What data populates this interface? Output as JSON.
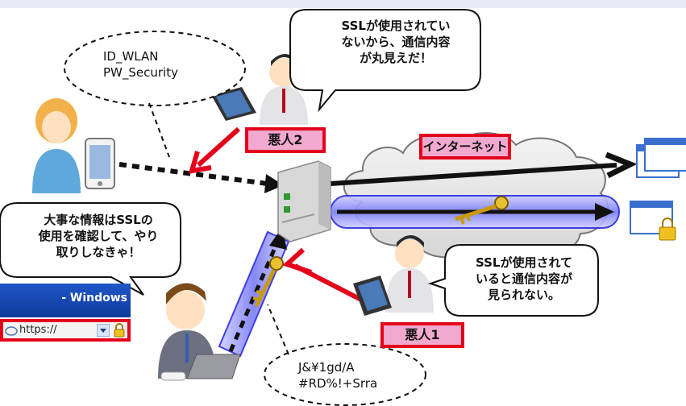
{
  "bubbles": {
    "id_pw_line1": "ID_WLAN",
    "id_pw_line2": "PW_Security",
    "attacker2_msg_line1": "SSLが使用されてい",
    "attacker2_msg_line2": "ないから、通信内容",
    "attacker2_msg_line3": "が丸見えだ！",
    "user_msg_line1": "大事な情報はSSLの",
    "user_msg_line2": "使用を確認して、やり",
    "user_msg_line3": "取りしなきゃ！",
    "attacker1_msg_line1": "SSLが使用されて",
    "attacker1_msg_line2": "いると通信内容が",
    "attacker1_msg_line3": "見られない。",
    "encrypted_line1": "J&¥1gd/A",
    "encrypted_line2": "#RD%!+Srra"
  },
  "labels": {
    "attacker2": "悪人2",
    "attacker1": "悪人1",
    "internet": "インターネット"
  },
  "browser": {
    "title": "- Windows",
    "url": "https://"
  },
  "colors": {
    "alert_red": "#e4001b",
    "label_pink": "#f2a9cf",
    "tunnel_blue": "#5a5cf0",
    "arrow_black": "#000000",
    "key_gold": "#c89a12"
  }
}
